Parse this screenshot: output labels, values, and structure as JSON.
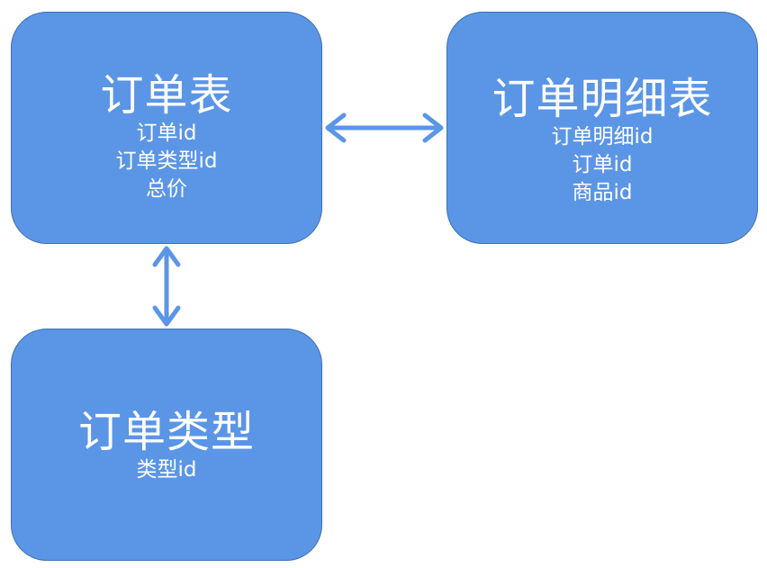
{
  "colors": {
    "box_fill": "#5b95e6",
    "box_border": "#3e6fb4",
    "arrow": "#5b95e6",
    "text": "#ffffff"
  },
  "boxes": {
    "order": {
      "title": "订单表",
      "fields": [
        "订单id",
        "订单类型id",
        "总价"
      ]
    },
    "order_detail": {
      "title": "订单明细表",
      "fields": [
        "订单明细id",
        "订单id",
        "商品id"
      ]
    },
    "order_type": {
      "title": "订单类型",
      "fields": [
        "类型id"
      ]
    }
  },
  "connectors": [
    {
      "from": "order",
      "to": "order_detail",
      "style": "double-arrow"
    },
    {
      "from": "order",
      "to": "order_type",
      "style": "double-arrow"
    }
  ]
}
